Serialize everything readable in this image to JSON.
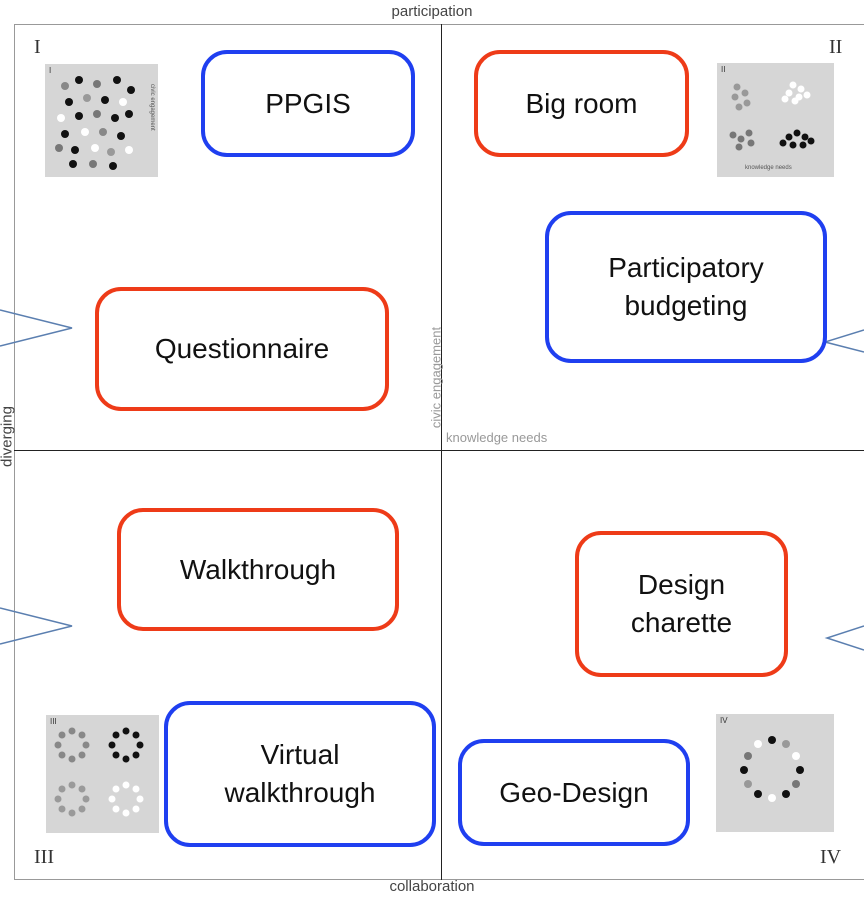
{
  "axes": {
    "top": "participation",
    "bottom": "collaboration",
    "left": "diverging",
    "center_vertical": "civic engagement",
    "center_horizontal": "knowledge needs"
  },
  "quadrants": {
    "q1": "I",
    "q2": "II",
    "q3": "III",
    "q4": "IV"
  },
  "boxes": {
    "ppgis": "PPGIS",
    "big_room": "Big room",
    "participatory_budgeting": "Participatory\nbudgeting",
    "questionnaire": "Questionnaire",
    "walkthrough": "Walkthrough",
    "design_charette": "Design\ncharette",
    "virtual_walkthrough": "Virtual\nwalkthrough",
    "geo_design": "Geo-Design"
  },
  "thumbnails": {
    "t1": "I",
    "t2": "II",
    "t3": "III",
    "t4": "IV",
    "t1_side": "civic engagement",
    "t2_bottom": "knowledge needs"
  },
  "colors": {
    "red_border": "#ee3b18",
    "blue_border": "#1f3ff0",
    "callout": "#5b7fb0",
    "grid_line": "#222222"
  }
}
